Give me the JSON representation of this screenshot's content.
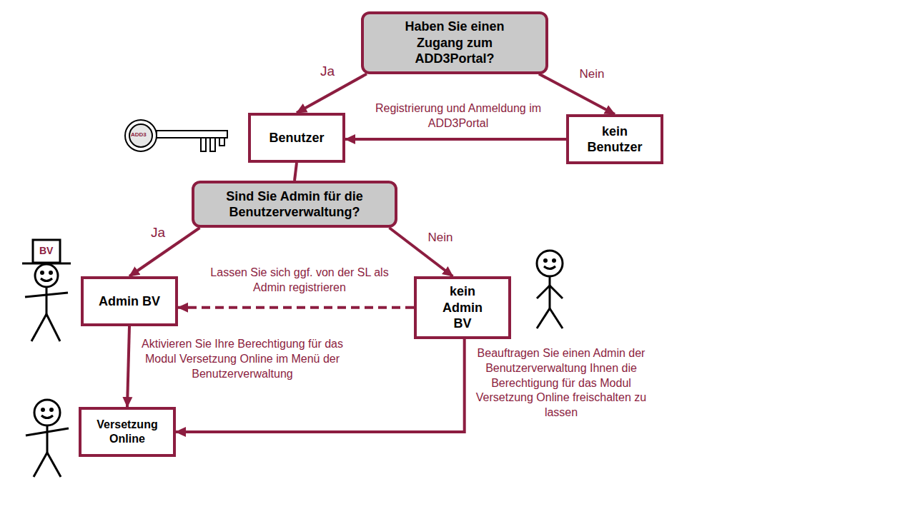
{
  "diagram": {
    "nodes": [
      {
        "text": [
          "Haben Sie einen Zugang zum ADD3Portal?"
        ]
      },
      {
        "text": [
          "Benutzer"
        ]
      },
      {
        "text": [
          "kein Benutzer"
        ]
      },
      {
        "text": [
          "Sind Sie Admin für die Benutzerverwaltung?"
        ]
      },
      {
        "text": [
          "Admin BV"
        ]
      },
      {
        "text": [
          "kein Admin BV"
        ]
      },
      {
        "text": [
          "Versetzung Online"
        ]
      }
    ],
    "edges": [
      {
        "from": 0,
        "to": 1,
        "label": "Ja",
        "arrow": "to"
      },
      {
        "from": 0,
        "to": 2,
        "label": "Nein",
        "arrow": "to"
      },
      {
        "from": 2,
        "to": 1,
        "label": "Registrierung und Anmeldung im ADD3Portal",
        "arrow": "to"
      },
      {
        "from": 1,
        "to": 3,
        "arrow": "none"
      },
      {
        "from": 3,
        "to": 4,
        "label": "Ja",
        "arrow": "to"
      },
      {
        "from": 3,
        "to": 5,
        "label": "Nein",
        "arrow": "to"
      },
      {
        "from": 5,
        "to": 4,
        "label": "Lassen Sie sich ggf. von der SL als Admin registrieren",
        "arrow": "to"
      },
      {
        "from": 4,
        "to": 6,
        "label": "Aktivieren Sie Ihre Berechtigung für das Modul Versetzung Online im Menü der Benutzerverwaltung",
        "arrow": "to"
      },
      {
        "from": 5,
        "to": 6,
        "label": "Beauftragen Sie einen Admin der Benutzerverwaltung Ihnen die Berechtigung für das Modul Versetzung Online freischalten zu lassen",
        "arrow": "to"
      }
    ],
    "labels": [
      "ADD3",
      "BV"
    ]
  }
}
